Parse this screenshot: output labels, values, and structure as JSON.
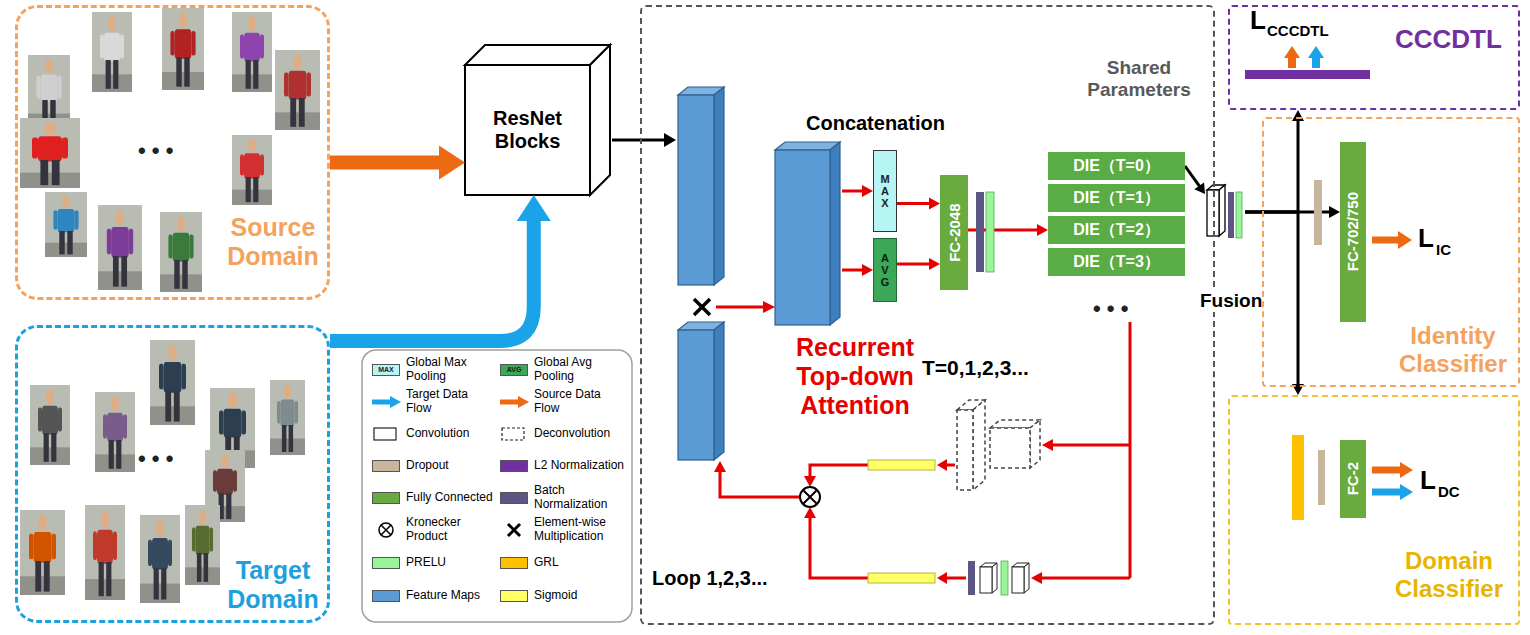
{
  "diagram": {
    "nodes": [
      {
        "text": [
          "Source Domain"
        ]
      },
      {
        "text": [
          "Target Domain"
        ]
      },
      {
        "text": [
          "ResNet Blocks"
        ]
      },
      {
        "text": [
          "Shared Parameters"
        ]
      },
      {
        "text": [
          "MAX"
        ],
        "in": 3
      },
      {
        "text": [
          "AVG"
        ],
        "in": 3
      },
      {
        "text": [
          "FC-2048"
        ],
        "in": 3
      },
      {
        "text": [
          "DIE（T=0）"
        ],
        "in": 3
      },
      {
        "text": [
          "DIE（T=1）"
        ],
        "in": 3
      },
      {
        "text": [
          "DIE（T=2）"
        ],
        "in": 3
      },
      {
        "text": [
          "DIE（T=3）"
        ],
        "in": 3
      },
      {
        "text": [
          "Fusion"
        ]
      },
      {
        "text": [
          "CCCDTL"
        ]
      },
      {
        "text": [
          "Identity Classifier"
        ]
      },
      {
        "text": [
          "FC-702/750"
        ],
        "in": 13
      },
      {
        "text": [
          "Domain Classifier"
        ]
      },
      {
        "text": [
          "FC-2"
        ],
        "in": 15
      }
    ],
    "edges": [
      {
        "from": 0,
        "to": 2,
        "arrow": "to"
      },
      {
        "from": 1,
        "to": 2,
        "arrow": "to"
      },
      {
        "from": 4,
        "to": 6,
        "arrow": "to"
      },
      {
        "from": 5,
        "to": 6,
        "arrow": "to"
      },
      {
        "from": 6,
        "to": 9,
        "arrow": "to"
      },
      {
        "from": 7,
        "to": 11,
        "arrow": "to"
      },
      {
        "from": 11,
        "to": 14,
        "arrow": "to"
      },
      {
        "from": 11,
        "to": 12,
        "arrow": "to"
      },
      {
        "from": 11,
        "to": 15,
        "arrow": "to"
      }
    ],
    "labels": [
      "• • •",
      "• • •",
      "Concatenation",
      "Recurrent Top-down Attention",
      "T=0,1,2,3...",
      "Loop 1,2,3...",
      "• • •",
      "L",
      "CCCDTL",
      "L",
      "IC",
      "L",
      "DC",
      "MAX",
      "AVG"
    ],
    "legend": [
      {
        "text": "Global Max Pooling",
        "color": "#b7f4f4"
      },
      {
        "text": "Global Avg Pooling",
        "color": "#3aa856"
      },
      {
        "text": "Target Data Flow"
      },
      {
        "text": "Source Data Flow"
      },
      {
        "text": "Convolution"
      },
      {
        "text": "Deconvolution"
      },
      {
        "text": "Dropout",
        "color": "#c9b59b"
      },
      {
        "text": "L2 Normalization",
        "color": "#7030a0"
      },
      {
        "text": "Fully Connected",
        "color": "#6aab3f"
      },
      {
        "text": "Batch Normalization",
        "color": "#5b5683"
      },
      {
        "text": "Kronecker Product"
      },
      {
        "text": "Element-wise Multiplication"
      },
      {
        "text": "PRELU",
        "color": "#98f598"
      },
      {
        "text": "GRL",
        "color": "#ffc000"
      },
      {
        "text": "Feature Maps",
        "color": "#5b9bd5"
      },
      {
        "text": "Sigmoid",
        "color": "#ffff66"
      }
    ]
  }
}
